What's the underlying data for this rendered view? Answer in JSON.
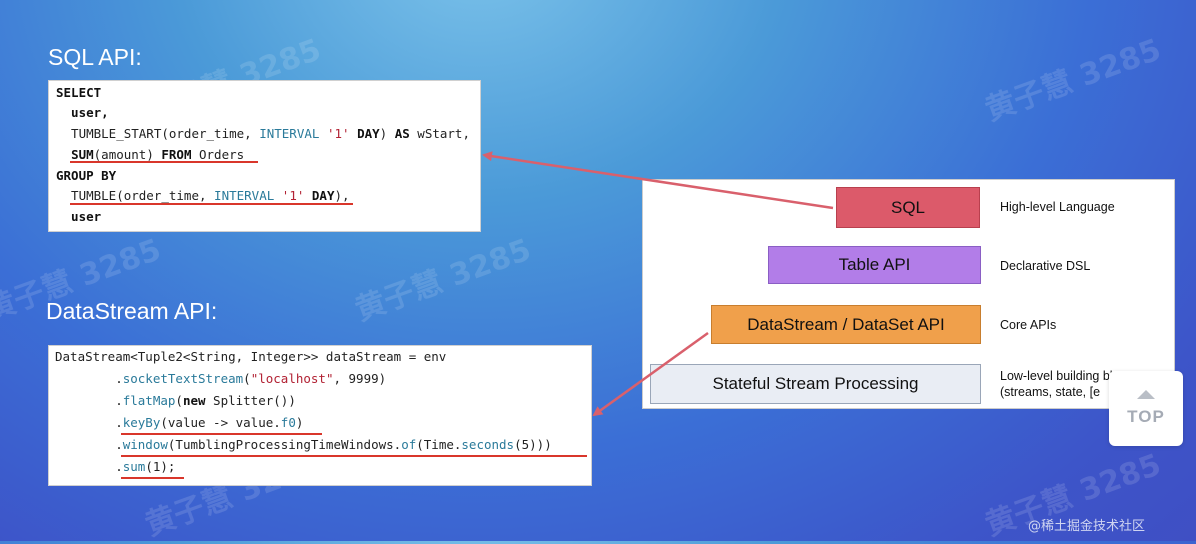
{
  "watermark": "黄子慧 3285",
  "sql_section": {
    "heading": "SQL API:",
    "lines": [
      [
        {
          "t": "SELECT",
          "c": "kw"
        }
      ],
      [
        {
          "t": "  user,",
          "c": "kw"
        }
      ],
      [
        {
          "t": "  TUMBLE_START(order_time, ",
          "c": ""
        },
        {
          "t": "INTERVAL",
          "c": "bl"
        },
        {
          "t": " ",
          "c": ""
        },
        {
          "t": "'1'",
          "c": "st"
        },
        {
          "t": " ",
          "c": ""
        },
        {
          "t": "DAY",
          "c": "kw"
        },
        {
          "t": ") ",
          "c": ""
        },
        {
          "t": "AS",
          "c": "kw"
        },
        {
          "t": " wStart,",
          "c": ""
        }
      ],
      [
        {
          "t": "  ",
          "c": ""
        },
        {
          "t": "SUM",
          "c": "kw"
        },
        {
          "t": "(amount) ",
          "c": ""
        },
        {
          "t": "FROM",
          "c": "kw"
        },
        {
          "t": " Orders",
          "c": ""
        }
      ],
      [
        {
          "t": "GROUP BY",
          "c": "kw"
        }
      ],
      [
        {
          "t": "  TUMBLE(order_time, ",
          "c": ""
        },
        {
          "t": "INTERVAL",
          "c": "bl"
        },
        {
          "t": " ",
          "c": ""
        },
        {
          "t": "'1'",
          "c": "st"
        },
        {
          "t": " ",
          "c": ""
        },
        {
          "t": "DAY",
          "c": "kw"
        },
        {
          "t": "),",
          "c": ""
        }
      ],
      [
        {
          "t": "  user",
          "c": "kw"
        }
      ]
    ]
  },
  "datastream_section": {
    "heading": "DataStream API:",
    "lines": [
      [
        {
          "t": "DataStream<Tuple2<String, Integer>> dataStream = env",
          "c": ""
        }
      ],
      [
        {
          "t": "        .",
          "c": ""
        },
        {
          "t": "socketTextStream",
          "c": "bl"
        },
        {
          "t": "(",
          "c": ""
        },
        {
          "t": "\"localhost\"",
          "c": "st"
        },
        {
          "t": ", 9999)",
          "c": ""
        }
      ],
      [
        {
          "t": "        .",
          "c": ""
        },
        {
          "t": "flatMap",
          "c": "bl"
        },
        {
          "t": "(",
          "c": ""
        },
        {
          "t": "new",
          "c": "kw"
        },
        {
          "t": " Splitter())",
          "c": ""
        }
      ],
      [
        {
          "t": "        .",
          "c": ""
        },
        {
          "t": "keyBy",
          "c": "bl"
        },
        {
          "t": "(value -> value.",
          "c": ""
        },
        {
          "t": "f0",
          "c": "bl"
        },
        {
          "t": ")",
          "c": ""
        }
      ],
      [
        {
          "t": "        .",
          "c": ""
        },
        {
          "t": "window",
          "c": "bl"
        },
        {
          "t": "(TumblingProcessingTimeWindows.",
          "c": ""
        },
        {
          "t": "of",
          "c": "bl"
        },
        {
          "t": "(Time.",
          "c": ""
        },
        {
          "t": "seconds",
          "c": "bl"
        },
        {
          "t": "(5)))",
          "c": ""
        }
      ],
      [
        {
          "t": "        .",
          "c": ""
        },
        {
          "t": "sum",
          "c": "bl"
        },
        {
          "t": "(1);",
          "c": ""
        }
      ]
    ]
  },
  "layers": [
    {
      "label": "SQL",
      "description": "High-level Language",
      "color": "#dc5a6a"
    },
    {
      "label": "Table API",
      "description": "Declarative DSL",
      "color": "#b27de8"
    },
    {
      "label": "DataStream / DataSet API",
      "description": "Core APIs",
      "color": "#f0a04b"
    },
    {
      "label": "Stateful Stream Processing",
      "description_line1": "Low-level building bl",
      "description_line2": "(streams, state, [e",
      "color": "#e9edf4"
    }
  ],
  "top_button": {
    "label": "TOP"
  },
  "credit": "@稀土掘金技术社区",
  "colors": {
    "underline": "#d9362b",
    "arrow": "#d9606c"
  }
}
